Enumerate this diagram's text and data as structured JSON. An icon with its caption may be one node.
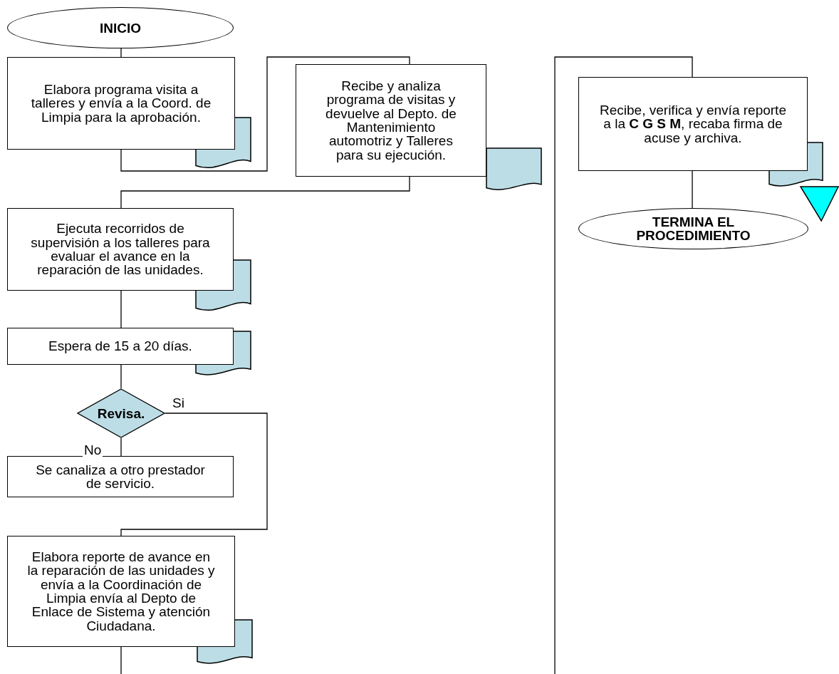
{
  "diagram": {
    "nodes": [
      {
        "text": [
          "INICIO"
        ]
      },
      {
        "text": [
          "Elabora programa visita a talleres y envía a la Coord. de Limpia para la aprobación."
        ]
      },
      {
        "text": [
          "Recibe y analiza programa de visitas y devuelve al Depto. de Mantenimiento automotriz y Talleres para su ejecución."
        ]
      },
      {
        "text": [
          "Ejecuta recorridos de supervisión a los talleres para evaluar el avance en la reparación de las unidades."
        ]
      },
      {
        "text": [
          "Espera de 15 a 20 días."
        ]
      },
      {
        "text": [
          "Revisa."
        ]
      },
      {
        "text": [
          "Se canaliza a otro prestador de servicio."
        ]
      },
      {
        "text": [
          "Elabora reporte de avance en la reparación de las unidades y envía a la Coordinación de Limpia envía al Depto de Enlace de Sistema y atención Ciudadana."
        ]
      },
      {
        "text": [
          "Recibe, verifica y envía reporte a la **C G S M**, recaba firma de acuse y archiva."
        ]
      },
      {
        "text": [
          "TERMINA EL PROCEDIMIENTO"
        ]
      },
      {
        "text": [],
        "shape": "document"
      },
      {
        "text": [],
        "shape": "document"
      },
      {
        "text": [],
        "shape": "document"
      },
      {
        "text": [],
        "shape": "document"
      },
      {
        "text": [],
        "shape": "document"
      },
      {
        "text": [],
        "shape": "document"
      },
      {
        "text": [],
        "shape": "triangle"
      }
    ],
    "edges": [
      {
        "from": 0,
        "to": 1,
        "arrow": "none"
      },
      {
        "from": 1,
        "to": 2,
        "arrow": "none"
      },
      {
        "from": 2,
        "to": 3,
        "arrow": "none"
      },
      {
        "from": 3,
        "to": 4,
        "arrow": "none"
      },
      {
        "from": 4,
        "to": 5,
        "arrow": "none"
      },
      {
        "from": 5,
        "to": 6,
        "arrow": "none",
        "label": "No"
      },
      {
        "from": 5,
        "to": 7,
        "arrow": "none",
        "label": "Si"
      },
      {
        "from": 7,
        "to": null,
        "arrow": "none"
      },
      {
        "from": null,
        "to": 8,
        "arrow": "none"
      },
      {
        "from": 8,
        "to": 9,
        "arrow": "none"
      }
    ]
  }
}
